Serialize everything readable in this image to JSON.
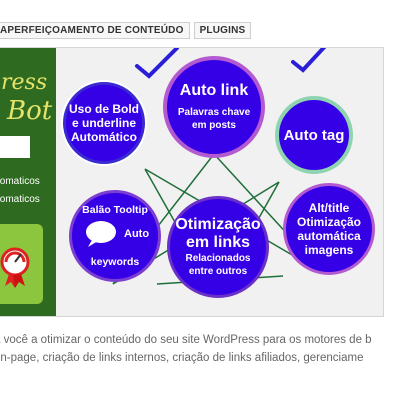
{
  "tags": [
    "APERFEIÇOAMENTO DE CONTEÚDO",
    "PLUGINS"
  ],
  "banner": {
    "logo_line1": "ress",
    "logo_line2": "Bot",
    "left_text1": "tomaticos",
    "left_text2": "tomaticos",
    "circles": {
      "uso": {
        "l1": "Uso de Bold",
        "l2": "e underline",
        "l3": "Automático"
      },
      "link": {
        "title": "Auto link",
        "l1": "Palavras chave",
        "l2": "em posts"
      },
      "tag": {
        "title": "Auto tag"
      },
      "balao": {
        "title": "Balão Tooltip",
        "auto": "Auto",
        "kw": "keywords"
      },
      "otim": {
        "l1": "Otimização",
        "l2": "em links",
        "l3": "Relacionados",
        "l4": "entre outros"
      },
      "alt": {
        "l1": "Alt/title",
        "l2": "Otimização",
        "l3": "automática",
        "l4": "imagens"
      }
    },
    "colors": {
      "circle": "#3500e6",
      "green": "#2e6b20",
      "check": "#3a2ad0"
    }
  },
  "description": {
    "line1": "a você a otimizar o conteúdo do seu site WordPress para os motores de b",
    "line2": "on-page, criação de links internos, criação de links afiliados, gerenciame"
  }
}
